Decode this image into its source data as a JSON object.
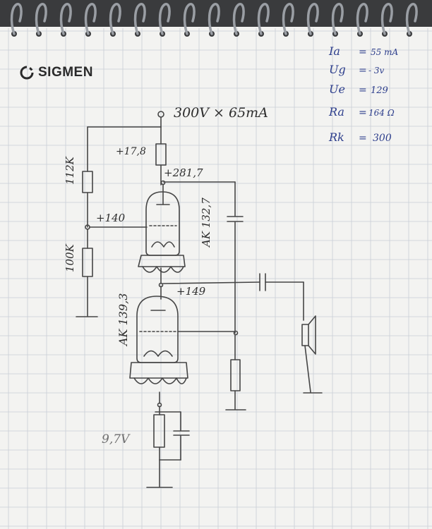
{
  "brand": {
    "name": "SIGMEN",
    "logo_icon": "ring-logo-icon"
  },
  "colors": {
    "paper": "#f3f3f1",
    "grid": "#c9ced6",
    "pencil": "#454545",
    "blue_ink": "#2d3e8c",
    "spiral": "#9a9ea4"
  },
  "notes": [
    {
      "label": "Ia",
      "value": "55 mA"
    },
    {
      "label": "Ug",
      "value": "- 3v"
    },
    {
      "label": "Ue",
      "value": "129"
    },
    {
      "label": "Ra",
      "value": "164 Ω"
    },
    {
      "label": "Rk",
      "value": "300"
    }
  ],
  "schematic": {
    "supply_label": "300V × 65mA",
    "anode_resistor_label": "+17,8",
    "anode_voltage_label": "+281,7",
    "divider_top_label": "112K",
    "divider_bottom_label": "100K",
    "grid_voltage_label": "+140",
    "upper_tube_label": "AK 132,7",
    "midpoint_label": "+149",
    "lower_tube_label": "AK 139,3",
    "cathode_voltage_label": "9,7V"
  }
}
